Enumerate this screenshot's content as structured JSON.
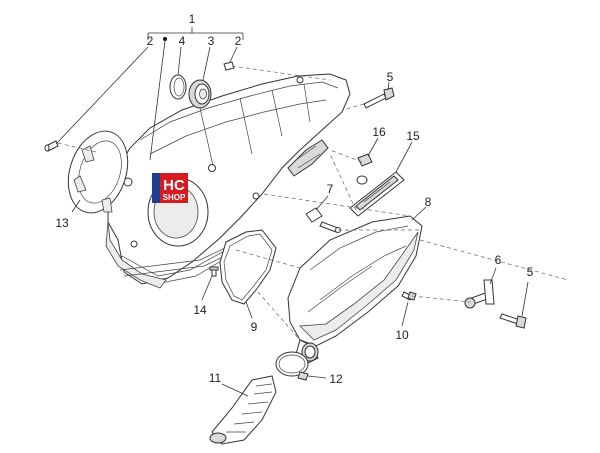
{
  "diagram": {
    "labels": {
      "n1": "1",
      "n2a": "2",
      "n2b": "2",
      "n3": "3",
      "n4": "4",
      "n5a": "5",
      "n5b": "5",
      "n6": "6",
      "n7": "7",
      "n8": "8",
      "n9": "9",
      "n10": "10",
      "n11": "11",
      "n12": "12",
      "n13": "13",
      "n14": "14",
      "n15": "15",
      "n16": "16"
    },
    "logo": {
      "line1": "HC",
      "line2": "SHOP",
      "colors": {
        "red": "#d71920",
        "blue": "#1d3f8f"
      }
    }
  }
}
